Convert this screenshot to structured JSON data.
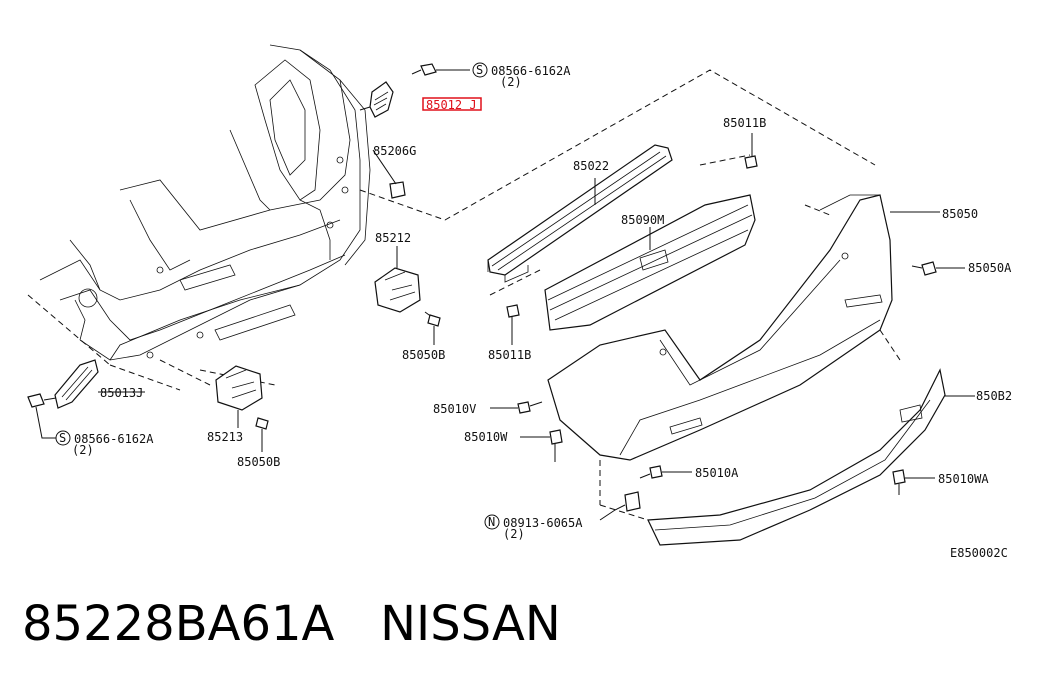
{
  "title": "85228BA61A   NISSAN",
  "diagram_code": "E850002C",
  "highlight_color": "#e0101a",
  "labels": {
    "s08566_top": "S",
    "s08566_top_num": "08566-6162A",
    "s08566_top_qty": "(2)",
    "p85012": "85012 J",
    "p85206g": "85206G",
    "p85022": "85022",
    "p85011b_top": "85011B",
    "p85050": "85050",
    "p85090m": "85090M",
    "p85212": "85212",
    "p85050a": "85050A",
    "p85050b_mid": "85050B",
    "p85011b_bot": "85011B",
    "p85013j": "85013J",
    "p85010v": "85010V",
    "p850b2": "850B2",
    "s08566_bot": "S",
    "s08566_bot_num": "08566-6162A",
    "s08566_bot_qty": "(2)",
    "p85010w": "85010W",
    "p85213": "85213",
    "p85010a": "85010A",
    "p85050b_bot": "85050B",
    "p85010wa": "85010WA",
    "n08913": "N",
    "n08913_num": "08913-6065A",
    "n08913_qty": "(2)"
  }
}
